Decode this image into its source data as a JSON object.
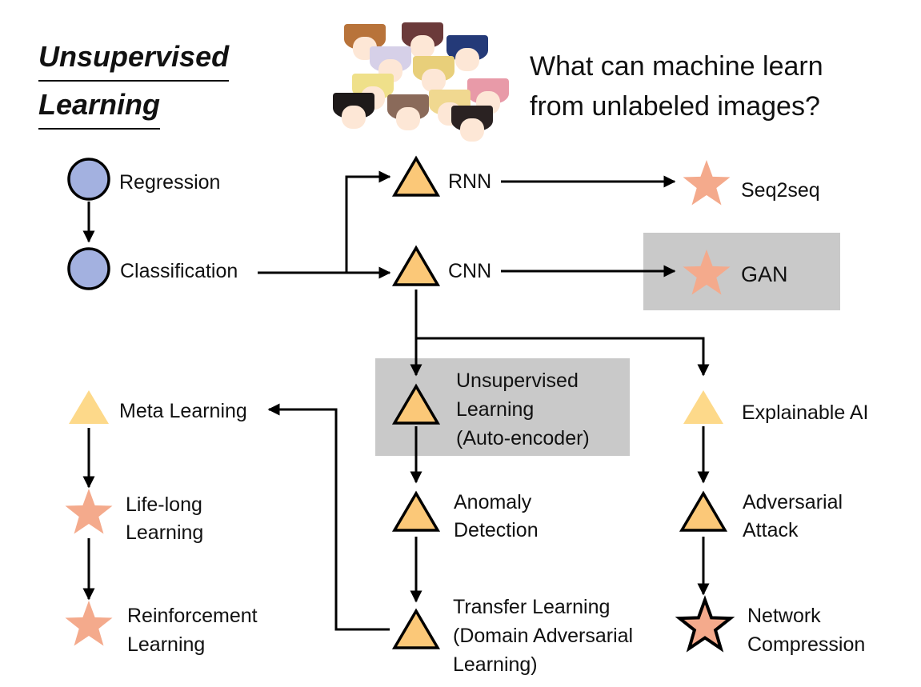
{
  "title_line1": "Unsupervised",
  "title_line2": "Learning",
  "question_line1": "What can machine learn",
  "question_line2": "from unlabeled images?",
  "colors": {
    "circle": "#a3b1e0",
    "triangle": "#fbc878",
    "triangle_light": "#fdd98a",
    "star": "#f4aa8c",
    "highlight_box": "#c9c9c9",
    "line": "#000000"
  },
  "nodes": {
    "regression": "Regression",
    "classification": "Classification",
    "rnn": "RNN",
    "cnn": "CNN",
    "seq2seq": "Seq2seq",
    "gan": "GAN",
    "unsup_1": "Unsupervised",
    "unsup_2": "Learning",
    "unsup_3": "(Auto-encoder)",
    "explainable": "Explainable AI",
    "meta": "Meta Learning",
    "lifelong_1": "Life-long",
    "lifelong_2": "Learning",
    "reinforce_1": "Reinforcement",
    "reinforce_2": "Learning",
    "anomaly_1": "Anomaly",
    "anomaly_2": "Detection",
    "adversarial_1": "Adversarial",
    "adversarial_2": "Attack",
    "transfer_1": "Transfer Learning",
    "transfer_2": "(Domain Adversarial",
    "transfer_3": "Learning)",
    "compression_1": "Network",
    "compression_2": "Compression"
  }
}
